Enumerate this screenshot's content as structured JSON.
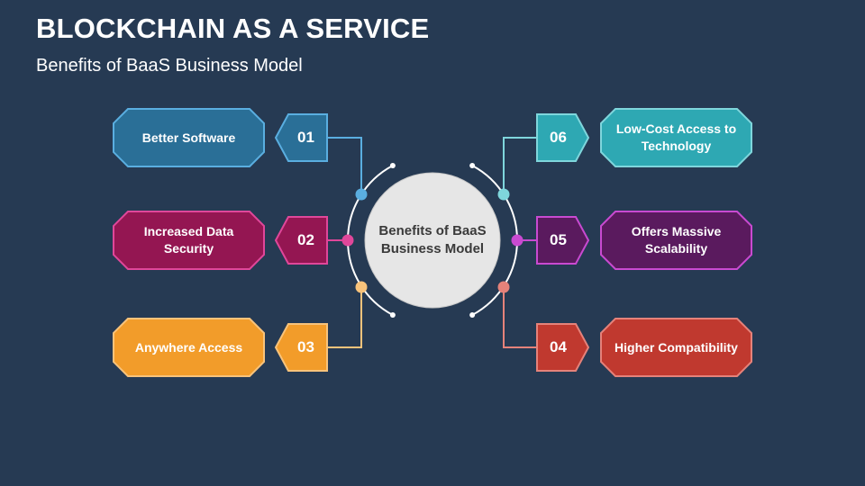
{
  "header": {
    "title": "BLOCKCHAIN AS A SERVICE",
    "subtitle": "Benefits of BaaS Business Model"
  },
  "center": {
    "label": "Benefits of BaaS Business Model"
  },
  "items": [
    {
      "number": "01",
      "label": "Better Software",
      "side": "left",
      "fill": "#2a6f97",
      "stroke": "#5aaee0"
    },
    {
      "number": "02",
      "label": "Increased Data Security",
      "side": "left",
      "fill": "#941652",
      "stroke": "#e0479a"
    },
    {
      "number": "03",
      "label": "Anywhere Access",
      "side": "left",
      "fill": "#f29c2a",
      "stroke": "#f8c37b"
    },
    {
      "number": "04",
      "label": "Higher Compatibility",
      "side": "right",
      "fill": "#c0392f",
      "stroke": "#e5827a"
    },
    {
      "number": "05",
      "label": "Offers Massive Scalability",
      "side": "right",
      "fill": "#5a1a5e",
      "stroke": "#c94ad1"
    },
    {
      "number": "06",
      "label": "Low-Cost Access to Technology",
      "side": "right",
      "fill": "#2ea8b3",
      "stroke": "#7fd6dc"
    }
  ],
  "colors": {
    "background": "#263a53",
    "center_circle": "#e6e6e6"
  }
}
